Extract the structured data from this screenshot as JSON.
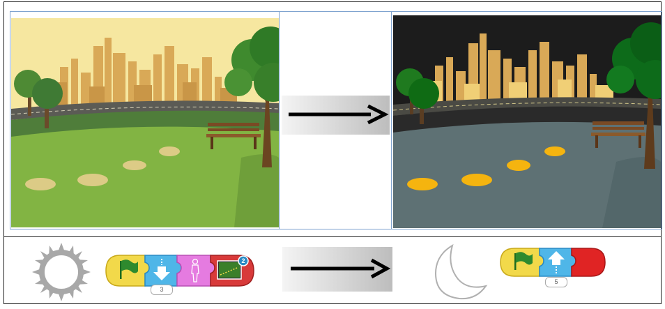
{
  "scenes": {
    "day": {
      "name": "day-park-scene",
      "sky": "#f7e8a3",
      "ground": "#7fb241"
    },
    "night": {
      "name": "night-park-scene",
      "sky": "#1c1c1c",
      "ground": "#5d7073"
    }
  },
  "transition_icon": "right-arrow-icon",
  "day_script": {
    "state_icon": "sun-icon",
    "blocks": [
      {
        "icon": "green-flag-icon",
        "color": "#f2d94a"
      },
      {
        "icon": "move-down-icon",
        "color": "#4fb6e8",
        "count": "3"
      },
      {
        "icon": "person-icon",
        "color": "#e57be0"
      },
      {
        "icon": "change-scene-icon",
        "color": "#d83a3a",
        "badge": "2"
      }
    ]
  },
  "night_script": {
    "state_icon": "moon-icon",
    "blocks": [
      {
        "icon": "green-flag-icon",
        "color": "#f2d94a"
      },
      {
        "icon": "move-up-icon",
        "color": "#4fb6e8",
        "count": "5"
      },
      {
        "icon": "end-block-icon",
        "color": "#e02424"
      }
    ]
  }
}
